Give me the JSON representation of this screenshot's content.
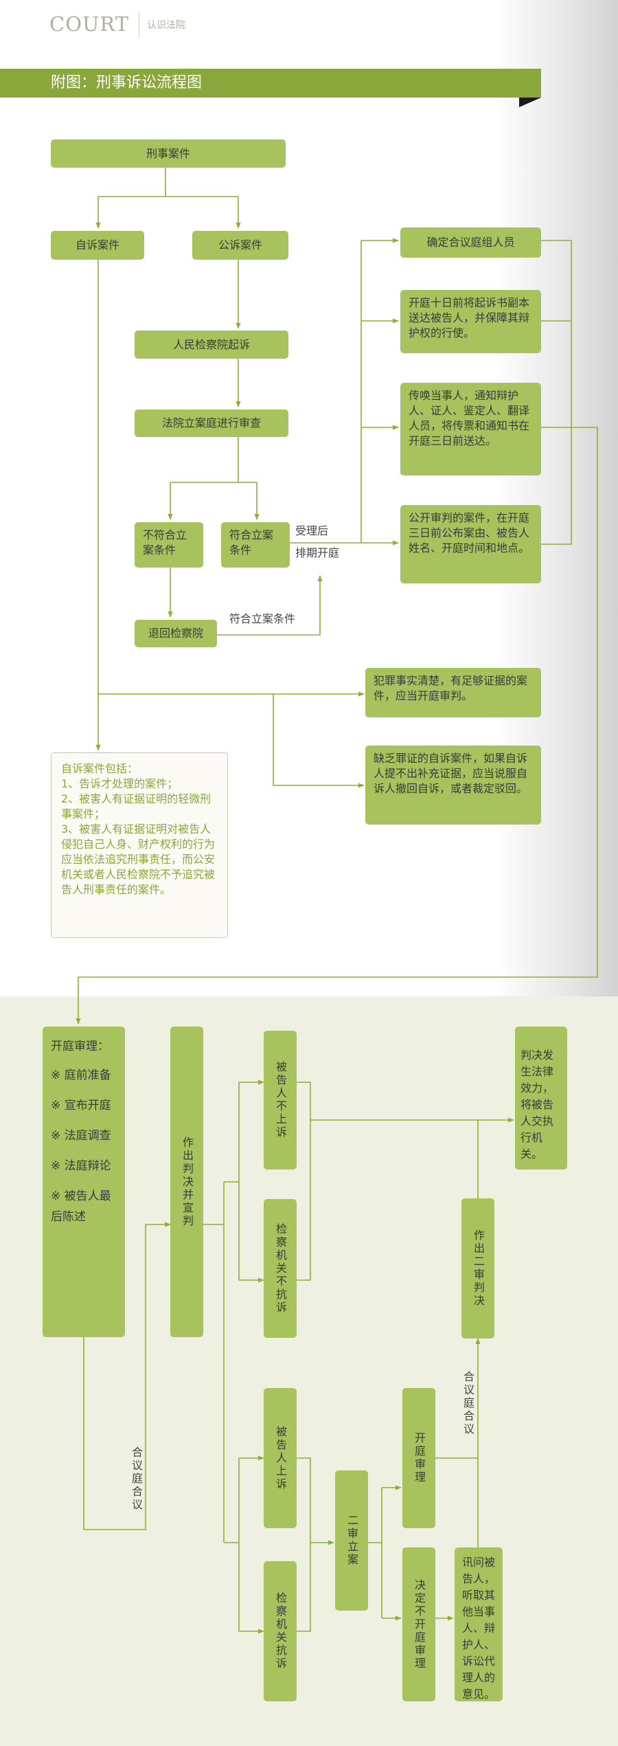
{
  "logo": {
    "brand": "COURT",
    "subtitle": "认识法院"
  },
  "banner": {
    "title": "附图：刑事诉讼流程图"
  },
  "flow_top": {
    "criminal_case": "刑事案件",
    "private_prosecution": "自诉案件",
    "public_prosecution": "公诉案件",
    "procuratorate_prosecute": "人民检察院起诉",
    "court_review": "法院立案庭进行审查",
    "not_meet": "不符合立案条件",
    "meet": "符合立案条件",
    "return_procuratorate": "退回检察院",
    "accept_label": "受理后",
    "schedule_label": "排期开庭",
    "meet_label": "符合立案条件",
    "panel_members": "确定合议庭组人员",
    "deliver_indictment": "开庭十日前将起诉书副本送达被告人，并保障其辩护权的行使。",
    "summon_parties": "传唤当事人，通知辩护人、证人、鉴定人、翻译人员，将传票和通知书在开庭三日前送达。",
    "public_notice": "公开审判的案件，在开庭三日前公布案由、被告人姓名、开庭时间和地点。",
    "clear_facts": "犯罪事实清楚，有足够证据的案件，应当开庭审判。",
    "lack_evidence": "缺乏罪证的自诉案件，如果自诉人提不出补充证据，应当说服自诉人撤回自诉，或者裁定驳回。"
  },
  "note": {
    "title": "自诉案件包括：",
    "items": [
      "1、告诉才处理的案件；",
      "2、被害人有证据证明的轻微刑事案件；",
      "3、被害人有证据证明对被告人侵犯自己人身、财产权利的行为应当依法追究刑事责任，而公安机关或者人民检察院不予追究被告人刑事责任的案件。"
    ]
  },
  "flow_bottom": {
    "trial": {
      "title": "开庭审理：",
      "items": [
        "※ 庭前准备",
        "※ 宣布开庭",
        "※ 法庭调查",
        "※ 法庭辩论",
        "※ 被告人最后陈述"
      ]
    },
    "verdict": "作出判决并宣判",
    "defendant_no_appeal": "被告人不上诉",
    "procuratorate_no_protest": "检察机关不抗诉",
    "effective": "判决发生法律效力，将被告人交执行机关。",
    "second_verdict": "作出二审判决",
    "panel_label_left": "合议庭合议",
    "panel_label_right": "合议庭合议",
    "defendant_appeal": "被告人上诉",
    "procuratorate_protest": "检察机关抗诉",
    "second_filing": "二审立案",
    "open_trial": "开庭审理",
    "no_open_trial": "决定不开庭审理",
    "interrogate": "讯问被告人，听取其他当事人、辩护人、诉讼代理人的意见。"
  },
  "colors": {
    "green": "#8aa73c",
    "node": "#a8c25e",
    "line": "#8cb03a",
    "note_text": "#8aa73c"
  }
}
